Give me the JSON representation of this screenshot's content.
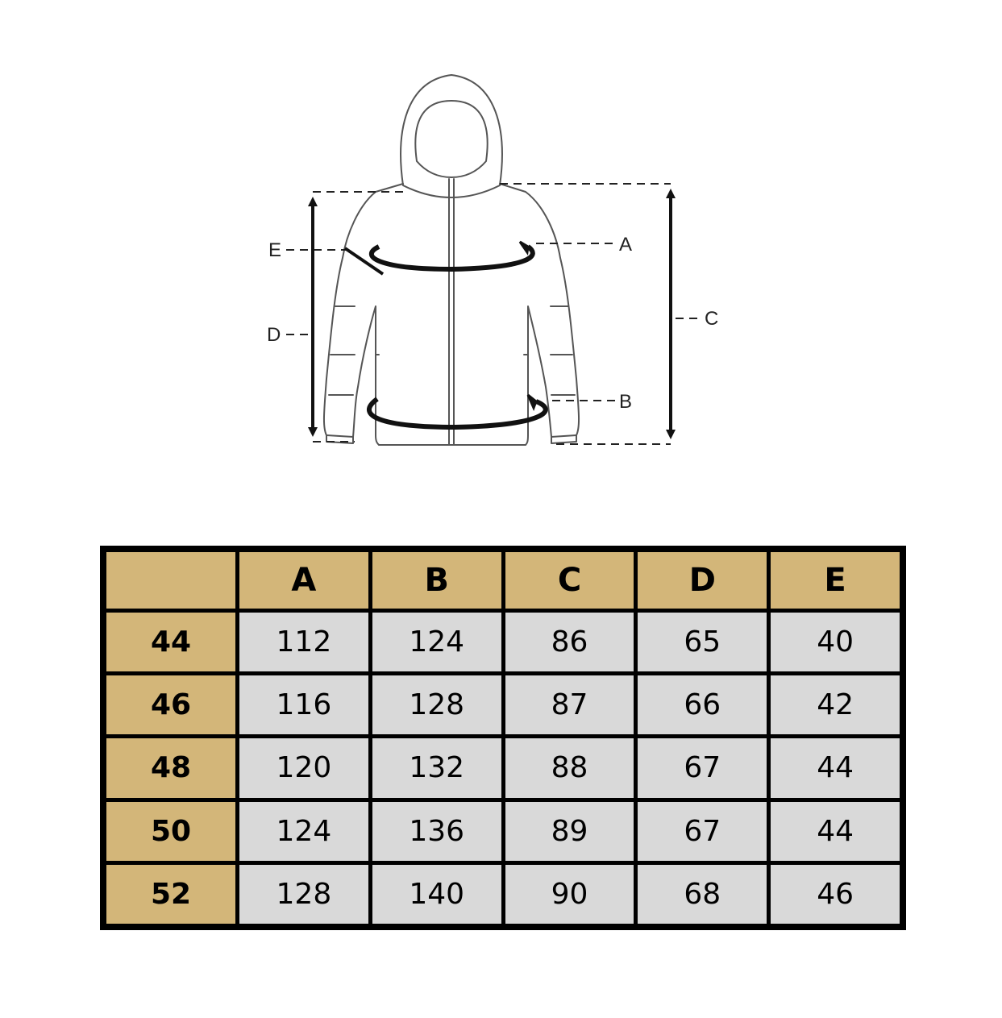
{
  "diagram": {
    "labels": {
      "a": "A",
      "b": "B",
      "c": "C",
      "d": "D",
      "e": "E"
    }
  },
  "table": {
    "corner": "",
    "columns": [
      "A",
      "B",
      "C",
      "D",
      "E"
    ],
    "rows": [
      {
        "size": "44",
        "values": [
          "112",
          "124",
          "86",
          "65",
          "40"
        ]
      },
      {
        "size": "46",
        "values": [
          "116",
          "128",
          "87",
          "66",
          "42"
        ]
      },
      {
        "size": "48",
        "values": [
          "120",
          "132",
          "88",
          "67",
          "44"
        ]
      },
      {
        "size": "50",
        "values": [
          "124",
          "136",
          "89",
          "67",
          "44"
        ]
      },
      {
        "size": "52",
        "values": [
          "128",
          "140",
          "90",
          "68",
          "46"
        ]
      }
    ]
  },
  "colors": {
    "header_fill": "#d3b679",
    "cell_fill": "#d9d9d9",
    "border": "#000000"
  }
}
